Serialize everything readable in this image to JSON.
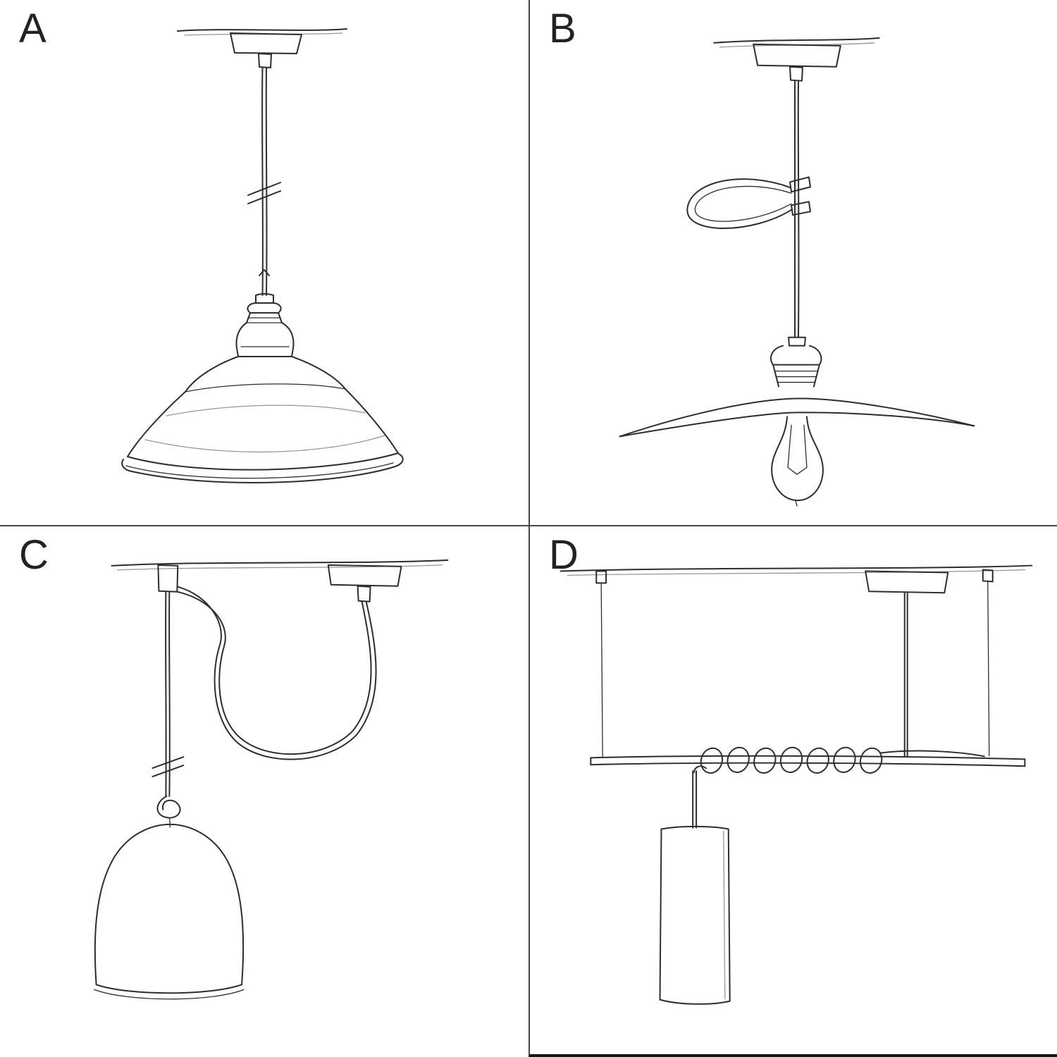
{
  "colors": {
    "ink": "#2d2d2d",
    "divider": "#474747",
    "background": "#ffffff"
  },
  "panels": [
    {
      "label": "A",
      "sketch": "pendant-cord-with-industrial-bowl-shade"
    },
    {
      "label": "B",
      "sketch": "pendant-cord-with-cable-clip-flat-plate-shade-and-exposed-bulb"
    },
    {
      "label": "C",
      "sketch": "swag-pendant-over-hook-with-bell-dome-shade"
    },
    {
      "label": "D",
      "sketch": "ceiling-bar-suspension-with-wrapped-cord-and-cylinder-shade"
    }
  ]
}
